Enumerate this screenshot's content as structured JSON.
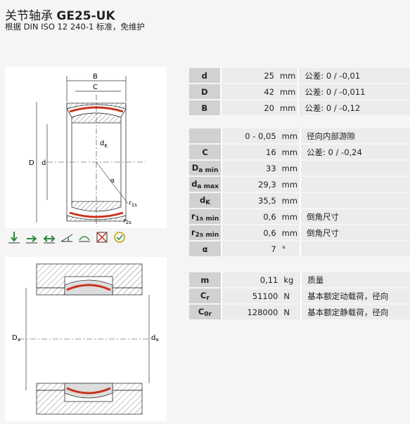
{
  "header": {
    "title_prefix": "关节轴承",
    "title_model": "GE25-UK",
    "subtitle": "根据 DIN ISO 12 240-1 标准，免维护"
  },
  "drawing_top": {
    "labels": {
      "B": "B",
      "C": "C",
      "D": "D",
      "d": "d",
      "dK": "d",
      "dK_sub": "K",
      "alpha": "α",
      "r1s": "r",
      "r1s_sub": "1s",
      "r2s": "r",
      "r2s_sub": "2s"
    }
  },
  "drawing_bottom": {
    "labels": {
      "Da": "D",
      "Da_sub": "a",
      "da": "d",
      "da_sub": "a"
    }
  },
  "icons": [
    {
      "name": "radial-load-icon"
    },
    {
      "name": "axial-load-icon"
    },
    {
      "name": "bidirectional-axial-load-icon"
    },
    {
      "name": "tilt-angle-icon"
    },
    {
      "name": "oscillation-icon"
    },
    {
      "name": "no-relubrication-icon"
    },
    {
      "name": "maintenance-free-icon"
    }
  ],
  "table1": [
    {
      "label": "d",
      "sub": "",
      "value": "25",
      "unit": "mm",
      "note": "公差: 0 / -0,01"
    },
    {
      "label": "D",
      "sub": "",
      "value": "42",
      "unit": "mm",
      "note": "公差: 0 / -0,011"
    },
    {
      "label": "B",
      "sub": "",
      "value": "20",
      "unit": "mm",
      "note": "公差: 0 / -0,12"
    }
  ],
  "table2": [
    {
      "label": "",
      "sub": "",
      "value": "0 - 0,05",
      "unit": "mm",
      "note": "径向内部游隙"
    },
    {
      "label": "C",
      "sub": "",
      "value": "16",
      "unit": "mm",
      "note": "公差: 0 / -0,24"
    },
    {
      "label": "D",
      "sub": "a min",
      "value": "33",
      "unit": "mm",
      "note": ""
    },
    {
      "label": "d",
      "sub": "a max",
      "value": "29,3",
      "unit": "mm",
      "note": ""
    },
    {
      "label": "d",
      "sub": "K",
      "value": "35,5",
      "unit": "mm",
      "note": ""
    },
    {
      "label": "r",
      "sub": "1s min",
      "value": "0,6",
      "unit": "mm",
      "note": "倒角尺寸"
    },
    {
      "label": "r",
      "sub": "2s min",
      "value": "0,6",
      "unit": "mm",
      "note": "倒角尺寸"
    },
    {
      "label": "α",
      "sub": "",
      "value": "7",
      "unit": "°",
      "note": ""
    }
  ],
  "table3": [
    {
      "label": "m",
      "sub": "",
      "value": "0,11",
      "unit": "kg",
      "note": "质量"
    },
    {
      "label": "C",
      "sub": "r",
      "value": "51100",
      "unit": "N",
      "note": "基本额定动载荷，径向"
    },
    {
      "label": "C",
      "sub": "0r",
      "value": "128000",
      "unit": "N",
      "note": "基本额定静载荷，径向"
    }
  ]
}
